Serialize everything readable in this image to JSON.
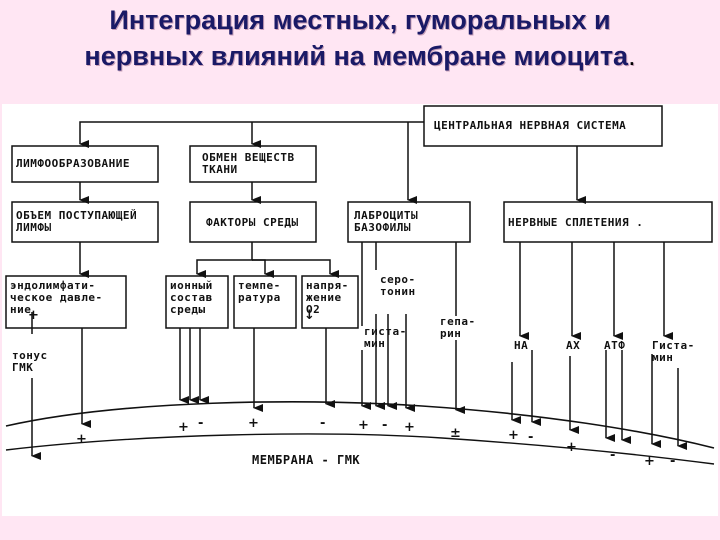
{
  "title": {
    "line1": "Интеграция местных, гуморальных и",
    "line2": "нервных влияний на мембране миоцита",
    "period": "."
  },
  "boxes": {
    "cns": "ЦЕНТРАЛЬНАЯ НЕРВНАЯ СИСТЕМА",
    "lymph": "ЛИМФООБРАЗОВАНИЕ",
    "metab": "ОБМЕН ВЕЩЕСТВ\nТКАНИ",
    "lymph_vol": "ОБЪЕМ ПОСТУПАЮЩЕЙ\nЛИМФЫ",
    "env": "ФАКТОРЫ СРЕДЫ",
    "labrocytes": "ЛАБРОЦИТЫ\nБАЗОФИЛЫ",
    "plexus": "НЕРВНЫЕ СПЛЕТЕНИЯ .",
    "endolymph": "эндолимфати-\nческое давле-\nние",
    "ionic": "ионный\nсостав\nсреды",
    "temp": "темпе-\nратура",
    "tension": "напря-\nжение\nO2"
  },
  "labels": {
    "serotonin": "серо-\nтонин",
    "histamine": "гиста-\nмин",
    "heparin": "гепа-\nрин",
    "na": "НА",
    "ach": "АХ",
    "atp": "АТФ",
    "histamine2": "Гиста-\nмин",
    "tonus": "тонус\nГМК",
    "membrane": "МЕМБРАНА - ГМК"
  },
  "signs": {
    "endolymph_plus": "+",
    "tension_down": "↓",
    "s1": "+",
    "s2": "+",
    "s3": "-",
    "s4": "+",
    "s5": "-",
    "s6": "+",
    "s7": "-",
    "s8": "+",
    "s9": "±",
    "s10": "+",
    "s11": "-",
    "s12": "+",
    "s13": "-",
    "s14": "+",
    "s15": "-"
  }
}
